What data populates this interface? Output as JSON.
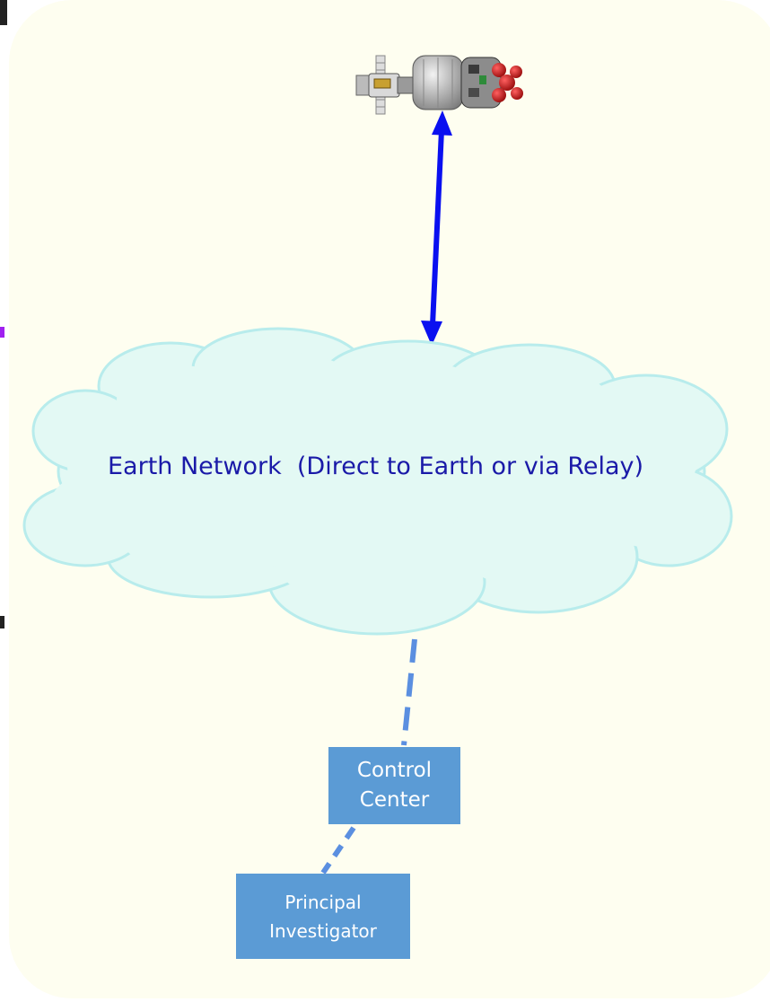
{
  "cloud": {
    "label": "Earth Network  (Direct to Earth or via Relay)"
  },
  "control_center": {
    "line1": "Control",
    "line2": "Center"
  },
  "principal_investigator": {
    "line1": "Principal",
    "line2": "Investigator"
  },
  "colors": {
    "panel": "#fefef0",
    "cloud_fill": "#e3f9f4",
    "cloud_stroke": "#b8ecec",
    "arrow": "#0a10f0",
    "dashed_link": "#5b8fe0",
    "box_fill": "#5b9bd5",
    "label_text": "#1a1aa8"
  },
  "icons": [
    "spacecraft-icon"
  ]
}
